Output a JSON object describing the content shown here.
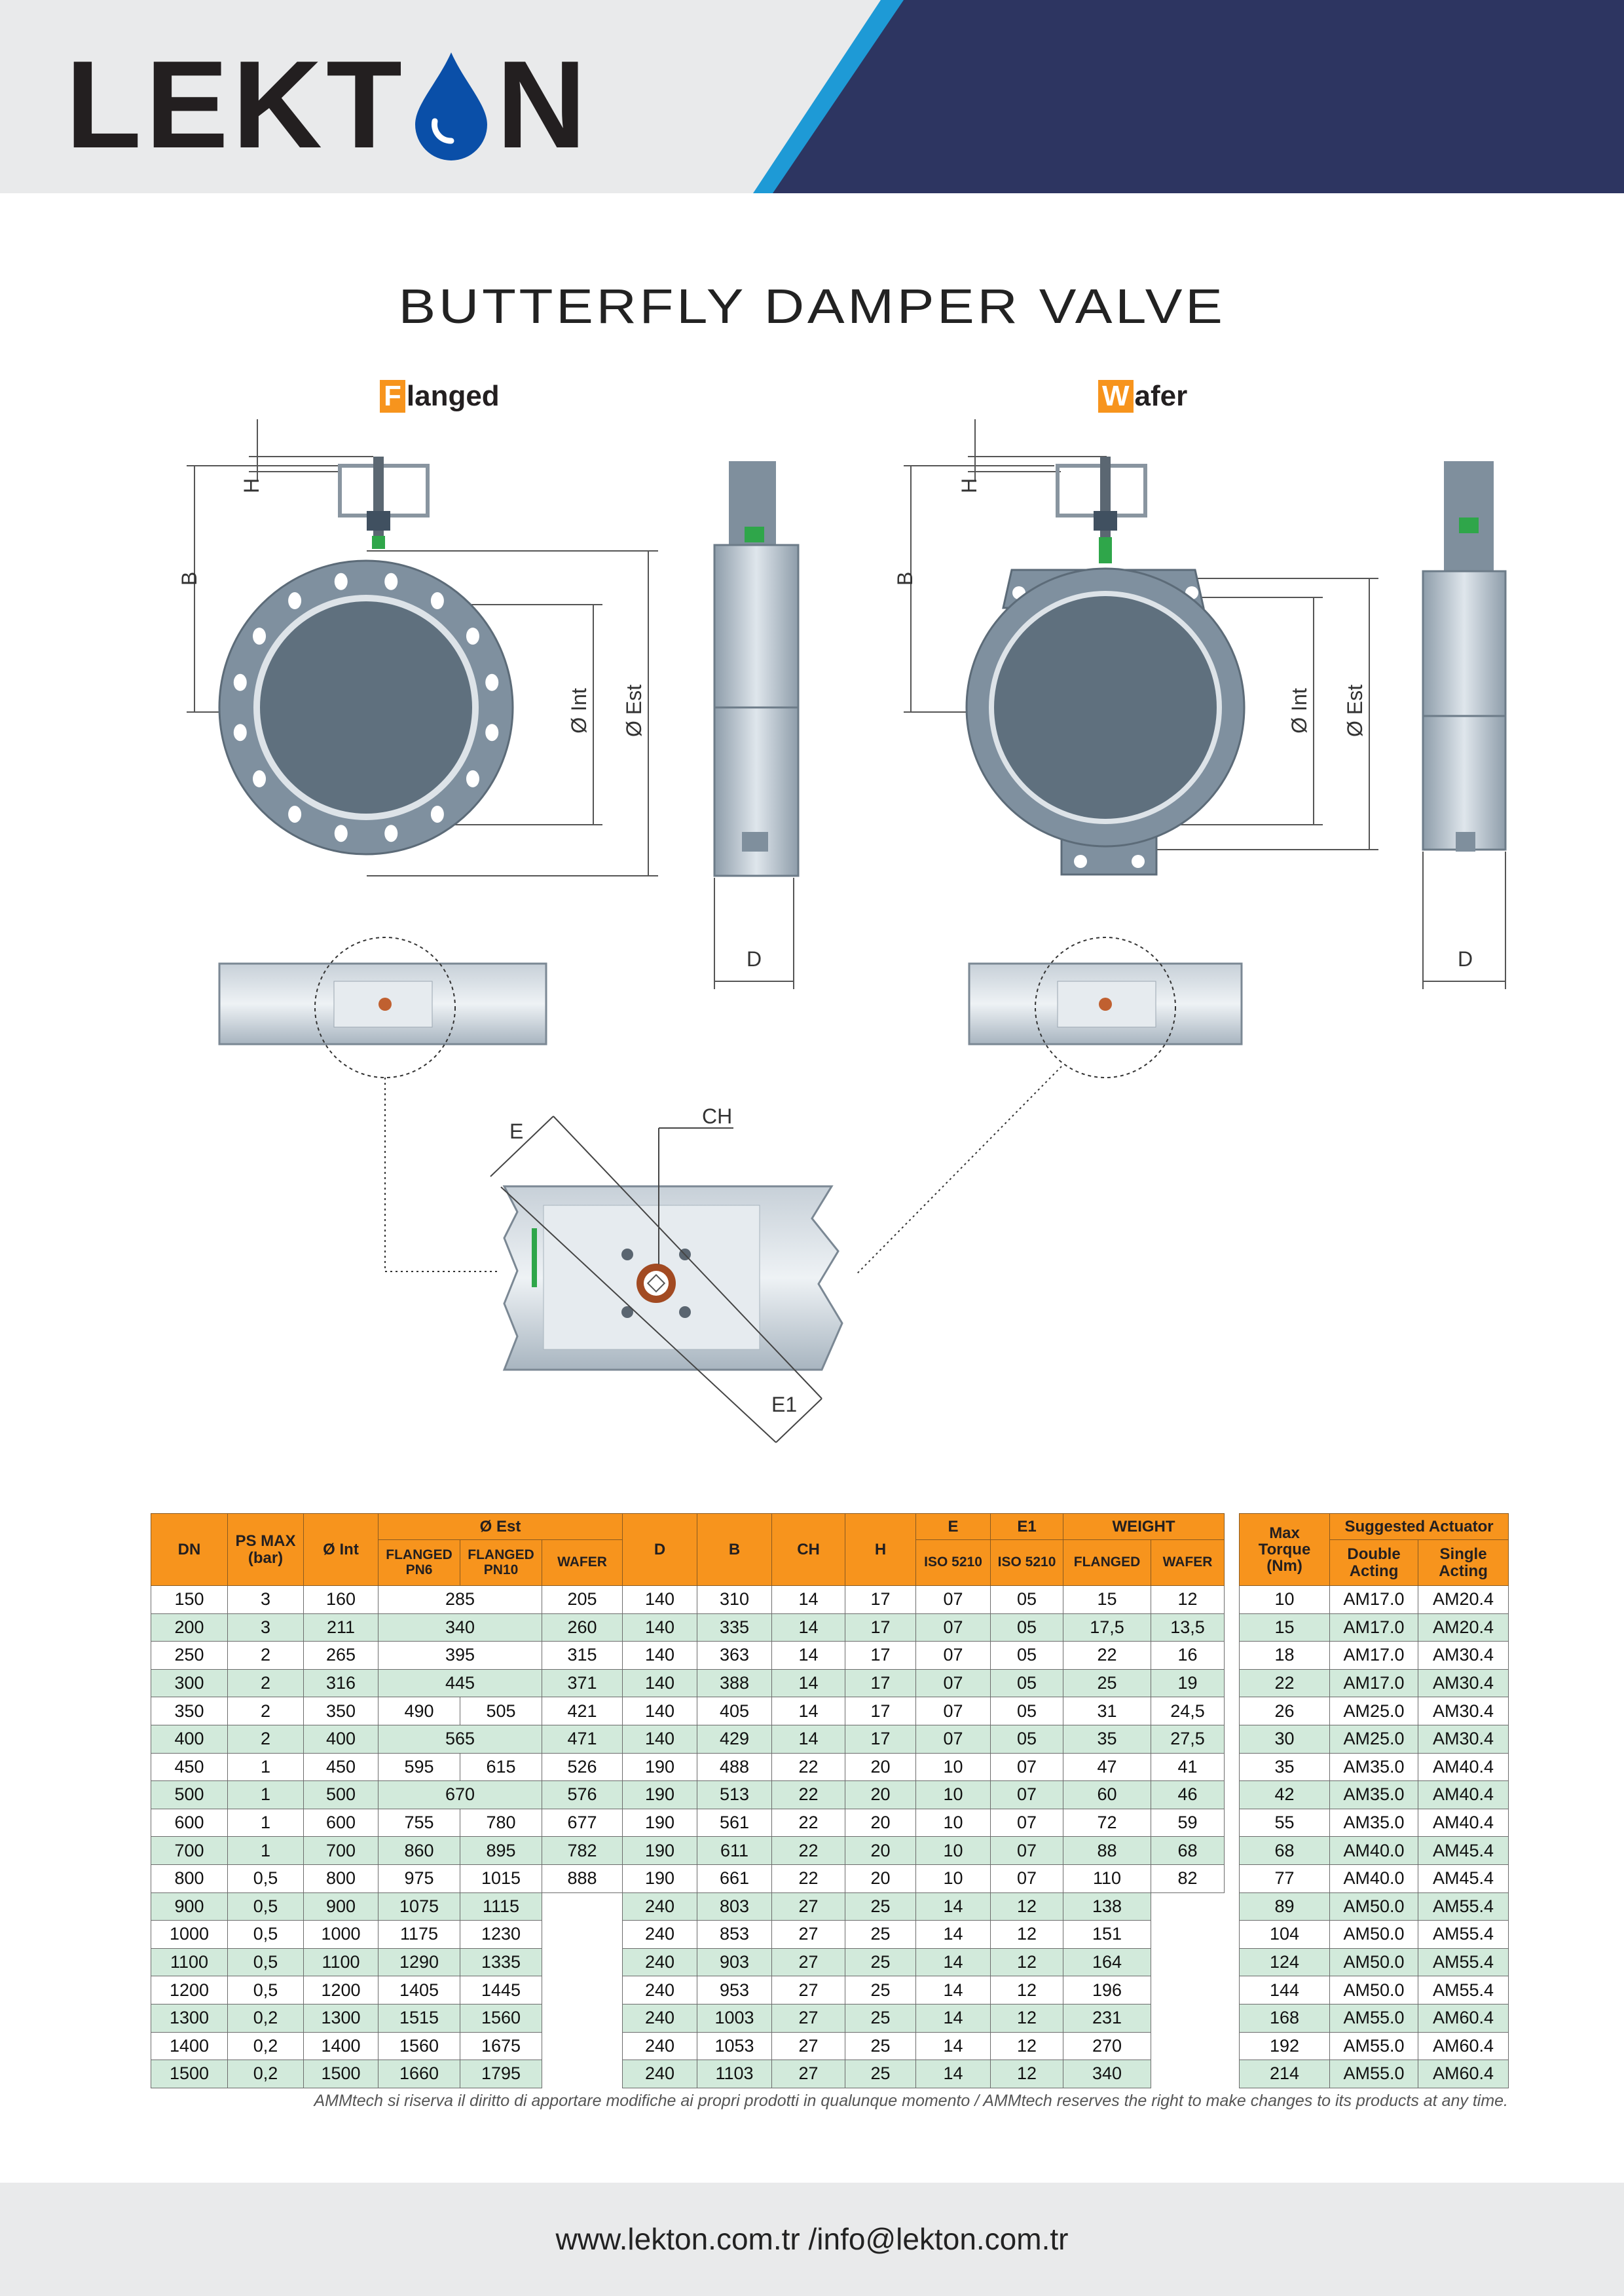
{
  "brand": {
    "logo_text_left": "LEKT",
    "logo_text_right": "N",
    "colors": {
      "orange": "#f7941d",
      "navy": "#2d3561",
      "blue": "#1e9ad6",
      "row_green": "#d2eadb"
    }
  },
  "title": "BUTTERFLY DAMPER VALVE",
  "variants": {
    "flanged": {
      "first": "F",
      "rest": "langed"
    },
    "wafer": {
      "first": "W",
      "rest": "afer"
    }
  },
  "dimensions": {
    "B": "B",
    "H": "H",
    "int": "Ø Int",
    "est": "Ø Est",
    "D": "D",
    "E": "E",
    "CH": "CH",
    "E1": "E1"
  },
  "table": {
    "headers": {
      "dn": "DN",
      "ps_max": "PS MAX",
      "ps_unit": "(bar)",
      "int": "Ø Int",
      "est": "Ø Est",
      "flanged_pn6_a": "FLANGED",
      "flanged_pn6_b": "PN6",
      "flanged_pn10_a": "FLANGED",
      "flanged_pn10_b": "PN10",
      "wafer": "WAFER",
      "d": "D",
      "b": "B",
      "ch": "CH",
      "h": "H",
      "e": "E",
      "e1": "E1",
      "iso_e": "ISO 5210",
      "iso_e1": "ISO 5210",
      "weight": "WEIGHT",
      "weight_flanged": "FLANGED",
      "weight_wafer": "WAFER",
      "torque_a": "Max",
      "torque_b": "Torque",
      "torque_c": "(Nm)",
      "actuator": "Suggested Actuator",
      "double_a": "Double",
      "double_b": "Acting",
      "single_a": "Single",
      "single_b": "Acting"
    },
    "rows": [
      [
        "150",
        "3",
        "160",
        "285",
        null,
        "205",
        "140",
        "310",
        "14",
        "17",
        "07",
        "05",
        "15",
        "12",
        "10",
        "AM17.0",
        "AM20.4"
      ],
      [
        "200",
        "3",
        "211",
        "340",
        null,
        "260",
        "140",
        "335",
        "14",
        "17",
        "07",
        "05",
        "17,5",
        "13,5",
        "15",
        "AM17.0",
        "AM20.4"
      ],
      [
        "250",
        "2",
        "265",
        "395",
        null,
        "315",
        "140",
        "363",
        "14",
        "17",
        "07",
        "05",
        "22",
        "16",
        "18",
        "AM17.0",
        "AM30.4"
      ],
      [
        "300",
        "2",
        "316",
        "445",
        null,
        "371",
        "140",
        "388",
        "14",
        "17",
        "07",
        "05",
        "25",
        "19",
        "22",
        "AM17.0",
        "AM30.4"
      ],
      [
        "350",
        "2",
        "350",
        "490",
        "505",
        "421",
        "140",
        "405",
        "14",
        "17",
        "07",
        "05",
        "31",
        "24,5",
        "26",
        "AM25.0",
        "AM30.4"
      ],
      [
        "400",
        "2",
        "400",
        "565",
        null,
        "471",
        "140",
        "429",
        "14",
        "17",
        "07",
        "05",
        "35",
        "27,5",
        "30",
        "AM25.0",
        "AM30.4"
      ],
      [
        "450",
        "1",
        "450",
        "595",
        "615",
        "526",
        "190",
        "488",
        "22",
        "20",
        "10",
        "07",
        "47",
        "41",
        "35",
        "AM35.0",
        "AM40.4"
      ],
      [
        "500",
        "1",
        "500",
        "670",
        null,
        "576",
        "190",
        "513",
        "22",
        "20",
        "10",
        "07",
        "60",
        "46",
        "42",
        "AM35.0",
        "AM40.4"
      ],
      [
        "600",
        "1",
        "600",
        "755",
        "780",
        "677",
        "190",
        "561",
        "22",
        "20",
        "10",
        "07",
        "72",
        "59",
        "55",
        "AM35.0",
        "AM40.4"
      ],
      [
        "700",
        "1",
        "700",
        "860",
        "895",
        "782",
        "190",
        "611",
        "22",
        "20",
        "10",
        "07",
        "88",
        "68",
        "68",
        "AM40.0",
        "AM45.4"
      ],
      [
        "800",
        "0,5",
        "800",
        "975",
        "1015",
        "888",
        "190",
        "661",
        "22",
        "20",
        "10",
        "07",
        "110",
        "82",
        "77",
        "AM40.0",
        "AM45.4"
      ],
      [
        "900",
        "0,5",
        "900",
        "1075",
        "1115",
        "",
        "240",
        "803",
        "27",
        "25",
        "14",
        "12",
        "138",
        "",
        "89",
        "AM50.0",
        "AM55.4"
      ],
      [
        "1000",
        "0,5",
        "1000",
        "1175",
        "1230",
        "",
        "240",
        "853",
        "27",
        "25",
        "14",
        "12",
        "151",
        "",
        "104",
        "AM50.0",
        "AM55.4"
      ],
      [
        "1100",
        "0,5",
        "1100",
        "1290",
        "1335",
        "",
        "240",
        "903",
        "27",
        "25",
        "14",
        "12",
        "164",
        "",
        "124",
        "AM50.0",
        "AM55.4"
      ],
      [
        "1200",
        "0,5",
        "1200",
        "1405",
        "1445",
        "",
        "240",
        "953",
        "27",
        "25",
        "14",
        "12",
        "196",
        "",
        "144",
        "AM50.0",
        "AM55.4"
      ],
      [
        "1300",
        "0,2",
        "1300",
        "1515",
        "1560",
        "",
        "240",
        "1003",
        "27",
        "25",
        "14",
        "12",
        "231",
        "",
        "168",
        "AM55.0",
        "AM60.4"
      ],
      [
        "1400",
        "0,2",
        "1400",
        "1560",
        "1675",
        "",
        "240",
        "1053",
        "27",
        "25",
        "14",
        "12",
        "270",
        "",
        "192",
        "AM55.0",
        "AM60.4"
      ],
      [
        "1500",
        "0,2",
        "1500",
        "1660",
        "1795",
        "",
        "240",
        "1103",
        "27",
        "25",
        "14",
        "12",
        "340",
        "",
        "214",
        "AM55.0",
        "AM60.4"
      ]
    ]
  },
  "note": "AMMtech si riserva il diritto di apportare modifiche ai propri prodotti in qualunque momento  /  AMMtech reserves the right to make changes to its products at any time.",
  "footer": "www.lekton.com.tr /info@lekton.com.tr"
}
